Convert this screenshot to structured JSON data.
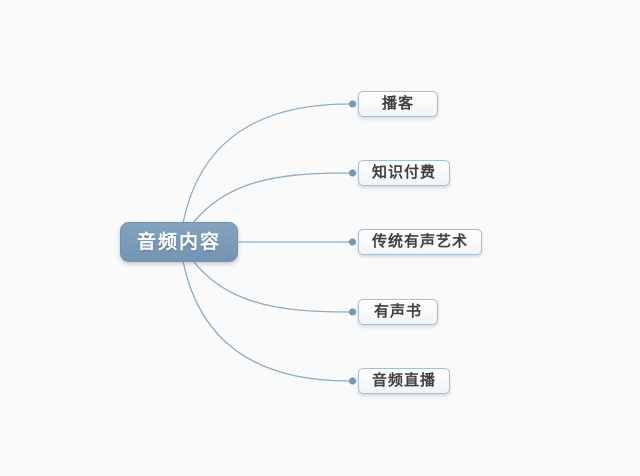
{
  "page": {
    "background_color": "#fafafa"
  },
  "mindmap": {
    "root": {
      "label": "音频内容",
      "fill_color": "#7a9bb9",
      "text_color": "#ffffff"
    },
    "branches": [
      {
        "label": "播客"
      },
      {
        "label": "知识付费"
      },
      {
        "label": "传统有声艺术"
      },
      {
        "label": "有声书"
      },
      {
        "label": "音频直播"
      }
    ],
    "style": {
      "connector_color": "#8fabc1",
      "endpoint_dot_color": "#7299ba",
      "branch_border_color": "#a5bed2",
      "branch_background": "#fbfcfd",
      "branch_text_color": "#404040"
    }
  }
}
